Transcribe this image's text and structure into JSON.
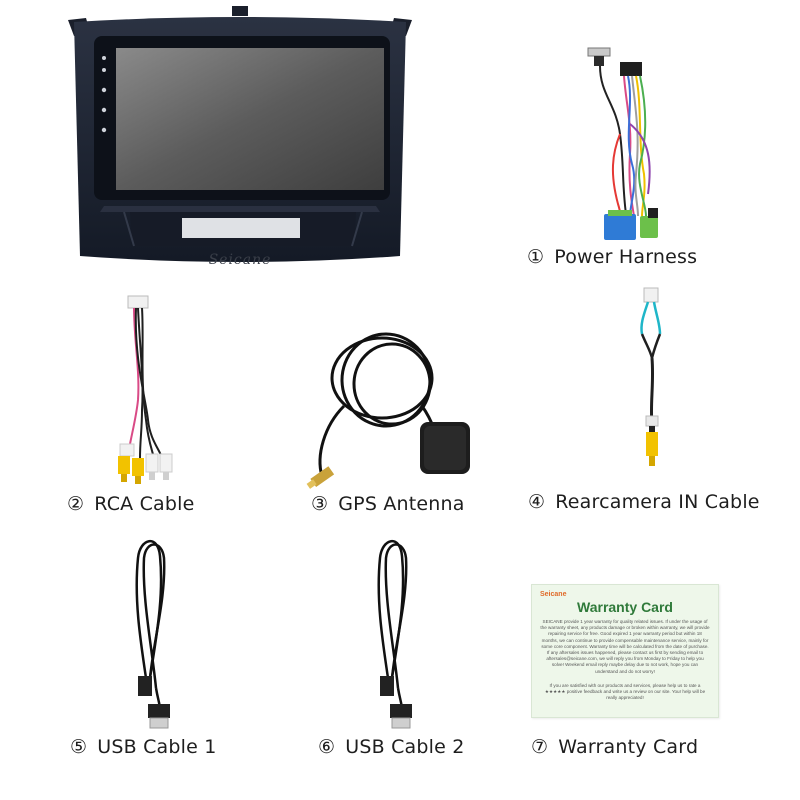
{
  "head_unit": {
    "brand": "Seicane"
  },
  "items": [
    {
      "number": "①",
      "label": "Power Harness"
    },
    {
      "number": "②",
      "label": "RCA Cable"
    },
    {
      "number": "③",
      "label": "GPS Antenna"
    },
    {
      "number": "④",
      "label": "Rearcamera IN Cable"
    },
    {
      "number": "⑤",
      "label": "USB Cable 1"
    },
    {
      "number": "⑥",
      "label": "USB Cable 2"
    },
    {
      "number": "⑦",
      "label": "Warranty Card"
    }
  ],
  "warranty_card": {
    "brand": "Seicane",
    "title": "Warranty Card",
    "body": "SEICANE provide 1 year warranty for quality related issues. If under the usage of the warranty sheet, any products damage or broken within warranty, we will provide repairing service for free. Good expired 1 year warranty period but within 18 months, we can continue to provide compensable maintenance service, mainly for some core component. Warranty time will be calculated from the date of purchase. If any aftersales issues happened, please contact us first by sending email to aftersales@seicane.com, we will reply you from Monday to Friday to help you solve! Weekend email reply maybe delay due to not work, hope you can understand and do not worry!",
    "footer": "If you are satisfied with our products and services, please help us to rate a ★★★★★ positive feedback and write us a review on our site. Your help will be really appreciated!"
  },
  "colors": {
    "unit_frame": "#1c2230",
    "screen": "#6e6e6e",
    "warranty_bg": "#eef7ea",
    "warranty_title": "#2f7a3a",
    "rca_yellow": "#f2c200",
    "connector_blue": "#2f7bd6",
    "connector_green": "#6cc04a"
  }
}
